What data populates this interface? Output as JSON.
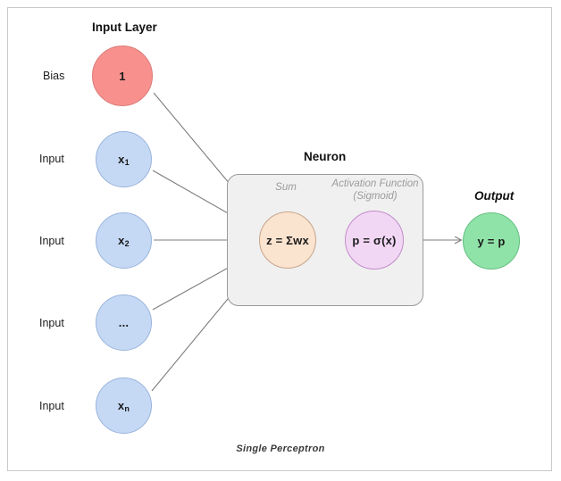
{
  "diagram": {
    "caption": "Single Perceptron",
    "headings": {
      "input_layer": "Input Layer",
      "neuron": "Neuron",
      "output": "Output"
    },
    "inner_captions": {
      "sum": "Sum",
      "activation_line1": "Activation Function",
      "activation_line2": "(Sigmoid)"
    },
    "input_nodes": [
      {
        "side_label": "Bias",
        "value": "1",
        "sub": "",
        "color": "#f8918e",
        "stroke": "#d97b78"
      },
      {
        "side_label": "Input",
        "value": "x",
        "sub": "1",
        "color": "#c5d9f5",
        "stroke": "#9ab4db"
      },
      {
        "side_label": "Input",
        "value": "x",
        "sub": "2",
        "color": "#c5d9f5",
        "stroke": "#9ab4db"
      },
      {
        "side_label": "Input",
        "value": "...",
        "sub": "",
        "color": "#c5d9f5",
        "stroke": "#9ab4db"
      },
      {
        "side_label": "Input",
        "value": "x",
        "sub": "n",
        "color": "#c5d9f5",
        "stroke": "#9ab4db"
      }
    ],
    "sum_node": {
      "label": "z = Σwx",
      "color": "#fae3cf",
      "stroke": "#c8a58c"
    },
    "activation_node": {
      "label": "p = σ(x)",
      "color": "#f2d7f5",
      "stroke": "#c08cc8"
    },
    "output_node": {
      "label": "y = p",
      "color": "#90e3a8",
      "stroke": "#62bf80"
    },
    "colors": {
      "wire": "#7d7d7d",
      "box_fill": "#f0f0f0",
      "box_stroke": "#9a9a9a",
      "frame": "#c9c9c9"
    }
  }
}
